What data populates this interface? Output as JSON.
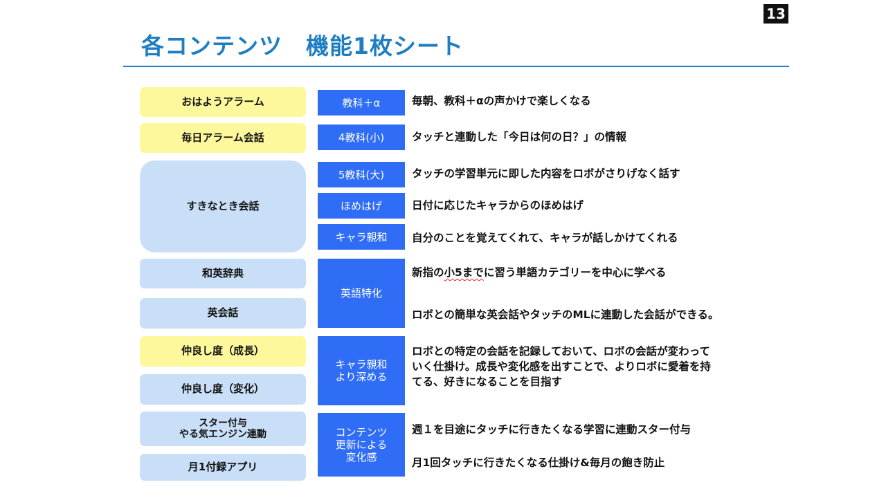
{
  "page_number": "13",
  "title": "各コンテンツ　機能1枚シート",
  "colors": {
    "title": "#1f7ec2",
    "yellow_pill": "#fdf89c",
    "blue_pill": "#c9def7",
    "category": "#2f6df6"
  },
  "features": [
    {
      "label": "おはようアラーム",
      "tone": "yellow"
    },
    {
      "label": "毎日アラーム会話",
      "tone": "yellow"
    },
    {
      "label": "すきなとき会話",
      "tone": "blue"
    },
    {
      "label": "和英辞典",
      "tone": "blue"
    },
    {
      "label": "英会話",
      "tone": "blue"
    },
    {
      "label": "仲良し度（成長）",
      "tone": "yellow"
    },
    {
      "label": "仲良し度（変化）",
      "tone": "blue"
    },
    {
      "label": "スター付与\nやる気エンジン連動",
      "tone": "blue"
    },
    {
      "label": "月1付録アプリ",
      "tone": "blue"
    }
  ],
  "categories": [
    "教科＋α",
    "4教科(小)",
    "5教科(大)",
    "ほめはげ",
    "キャラ親和",
    "英語特化",
    "キャラ親和\nより深める",
    "コンテンツ\n更新による\n変化感"
  ],
  "descriptions": [
    "毎朝、教科＋αの声かけで楽しくなる",
    "タッチと連動した「今日は何の日？」の情報",
    "タッチの学習単元に即した内容をロボがさりげなく話す",
    "日付に応じたキャラからのほめはげ",
    "自分のことを覚えてくれて、キャラが話しかけてくれる",
    {
      "before": "新指の",
      "underlined": "小5まで",
      "after": "に習う単語カテゴリーを中心に学べる"
    },
    "ロボとの簡単な英会話やタッチのMLに連動した会話ができる。",
    "ロボとの特定の会話を記録しておいて、ロボの会話が変わって\nいく仕掛け。成長や変化感を出すことで、よりロボに愛着を持\nてる、好きになることを目指す",
    "週１を目途にタッチに行きたくなる学習に連動スター付与",
    "月1回タッチに行きたくなる仕掛け&毎月の飽き防止"
  ]
}
